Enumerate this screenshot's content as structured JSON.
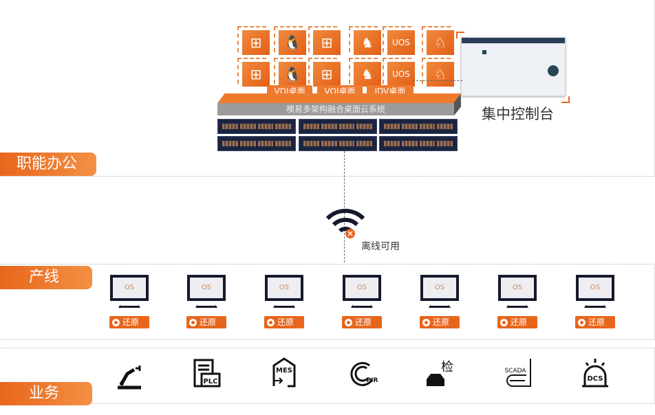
{
  "sections": {
    "office": "职能办公",
    "line": "产线",
    "business": "业务"
  },
  "os_tiles": [
    "windows-7",
    "linux",
    "windows-10",
    "kylin",
    "UOS",
    "deepin"
  ],
  "uos_label": "UOS",
  "desktop_types": [
    "VDI桌面",
    "VOI桌面",
    "IDV桌面"
  ],
  "platform": "噢易多架构融合桌面云系统",
  "console": "集中控制台",
  "network_status": "离线可用",
  "terminals": {
    "screen": "OS",
    "restore": "还原",
    "count": 7
  },
  "business_icons": [
    {
      "name": "robot-arm",
      "text": ""
    },
    {
      "name": "plc",
      "text": "PLC"
    },
    {
      "name": "mes",
      "text": "MES"
    },
    {
      "name": "pir",
      "text": "PIR"
    },
    {
      "name": "car-inspection",
      "text": "检"
    },
    {
      "name": "scada",
      "text": "SCADA"
    },
    {
      "name": "dcs",
      "text": "DCS"
    }
  ],
  "colors": {
    "accent": "#e8661c",
    "dark": "#14192b"
  }
}
